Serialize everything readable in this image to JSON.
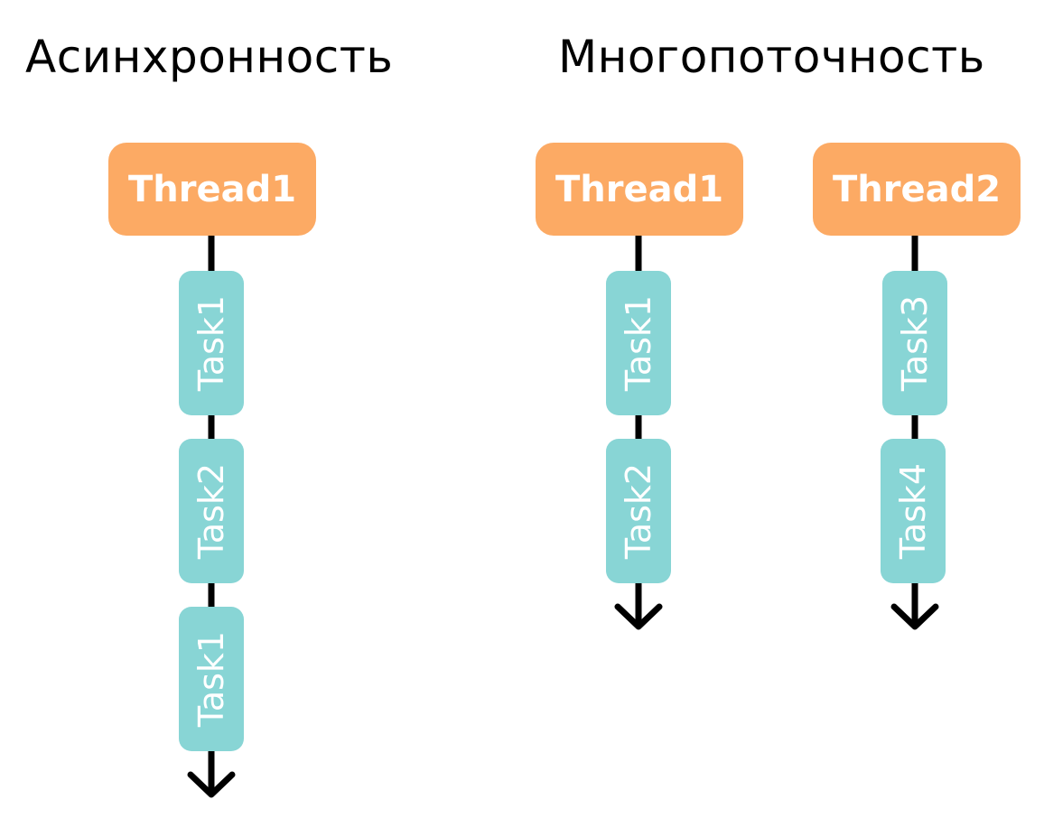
{
  "titles": {
    "async": "Асинхронность",
    "multithread": "Многопоточность"
  },
  "async": {
    "thread": "Thread1",
    "tasks": [
      "Task1",
      "Task2",
      "Task1"
    ]
  },
  "multithread": {
    "threads": [
      {
        "label": "Thread1",
        "tasks": [
          "Task1",
          "Task2"
        ]
      },
      {
        "label": "Thread2",
        "tasks": [
          "Task3",
          "Task4"
        ]
      }
    ]
  },
  "colors": {
    "thread": "#FCAA64",
    "task": "#88D5D5",
    "line": "#000000"
  }
}
